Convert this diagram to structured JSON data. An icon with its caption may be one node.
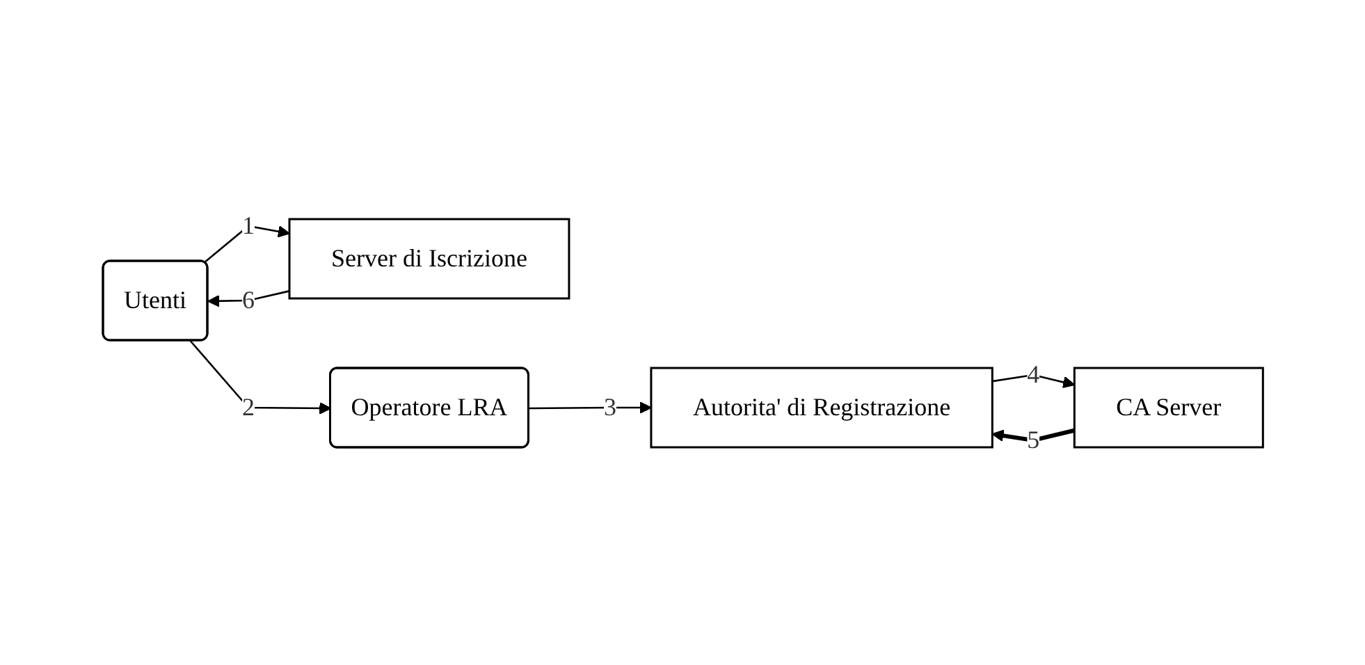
{
  "diagram": {
    "nodes": [
      {
        "text": [
          "Utenti"
        ]
      },
      {
        "text": [
          "Server di Iscrizione"
        ]
      },
      {
        "text": [
          "Autorita' di Registrazione"
        ]
      },
      {
        "text": [
          "CA Server"
        ]
      },
      {
        "text": [
          "Operatore LRA"
        ]
      }
    ],
    "edges": [
      {
        "from": 0,
        "to": 1,
        "arrow": "to",
        "label": "1"
      },
      {
        "from": 1,
        "to": 0,
        "arrow": "to",
        "label": "6"
      },
      {
        "from": 0,
        "to": 4,
        "arrow": "to",
        "label": "2"
      },
      {
        "from": 4,
        "to": 2,
        "arrow": "to",
        "label": "3"
      },
      {
        "from": 2,
        "to": 3,
        "arrow": "to",
        "label": "4"
      },
      {
        "from": 3,
        "to": 2,
        "arrow": "to",
        "label": "5",
        "style": "thick"
      }
    ]
  }
}
